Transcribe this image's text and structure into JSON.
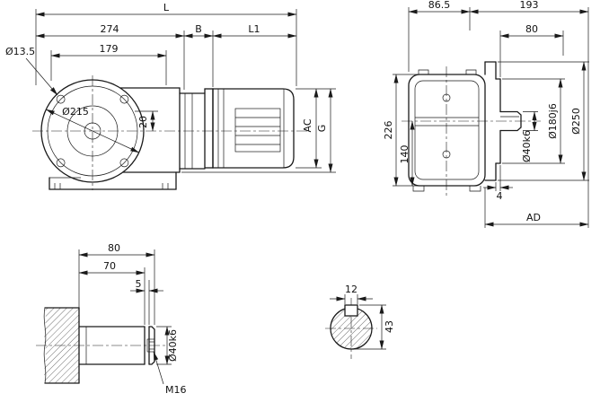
{
  "colors": {
    "line": "#1a1a1a",
    "background": "#ffffff"
  },
  "side_view": {
    "dims": {
      "L": "L",
      "d274": "274",
      "B": "B",
      "L1": "L1",
      "d179": "179",
      "hole_dia": "Ø13.5",
      "flange_dia": "Ø215",
      "d20": "20",
      "AC": "AC",
      "G": "G"
    }
  },
  "front_view": {
    "dims": {
      "d86_5": "86.5",
      "d193": "193",
      "d80": "80",
      "d226": "226",
      "d140": "140",
      "shaft_dia": "Ø40k6",
      "spigot_dia": "Ø180j6",
      "flange_dia": "Ø250",
      "d4": "4",
      "AD": "AD"
    }
  },
  "shaft_view": {
    "dims": {
      "d80": "80",
      "d70": "70",
      "d5": "5",
      "shaft_dia": "Ø40k6",
      "thread": "M16"
    }
  },
  "section_view": {
    "dims": {
      "key_width": "12",
      "d43": "43"
    }
  }
}
